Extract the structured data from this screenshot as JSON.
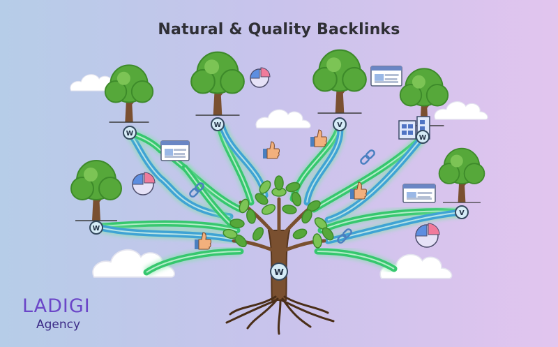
{
  "title": "Natural & Quality Backlinks",
  "brand": {
    "name": "LADIGI",
    "sub": "Agency"
  },
  "node_labels": {
    "w": "W",
    "v": "V"
  },
  "colors": {
    "bg_left": "#b6cde8",
    "bg_mid": "#c9c3ec",
    "bg_right": "#e2c5ee",
    "path_green": "#36c76e",
    "path_glow": "#7fe3a6",
    "path_blue": "#3fa3d4",
    "node_fill": "#d6ecf7",
    "node_stroke": "#34495e",
    "leaf": "#56a83a",
    "leaf_dark": "#3d8a2a",
    "trunk": "#7a5030",
    "link_blue": "#4a7fc0",
    "thumb": "#f2b07d",
    "pie_blue": "#5d8ee0",
    "pie_pink": "#f07b9b"
  },
  "icons": [
    "tree-icon",
    "w-node-icon",
    "v-node-icon",
    "cloud-icon",
    "thumbs-up-icon",
    "chain-link-icon",
    "pie-chart-icon",
    "browser-window-icon",
    "buildings-icon"
  ]
}
